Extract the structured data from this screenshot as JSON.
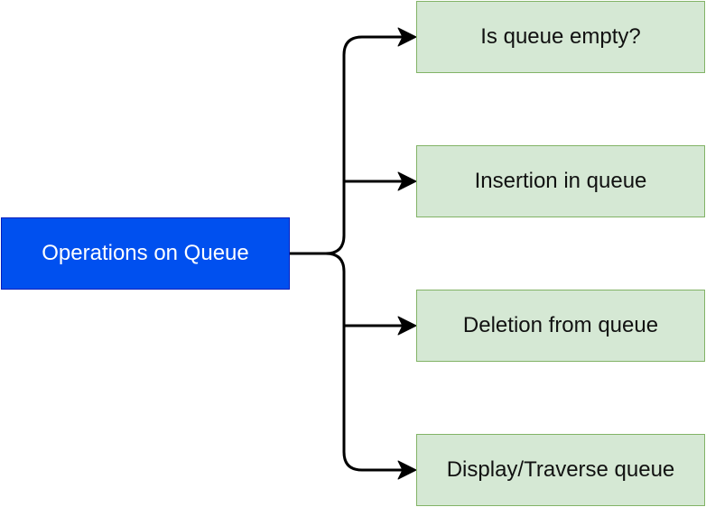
{
  "diagram": {
    "root": {
      "label": "Operations on Queue",
      "fill": "#0050ef",
      "stroke": "#001dbc",
      "text_color": "#ffffff"
    },
    "children": [
      {
        "label": "Is queue empty?"
      },
      {
        "label": "Insertion in queue"
      },
      {
        "label": "Deletion from queue"
      },
      {
        "label": "Display/Traverse queue"
      }
    ],
    "child_style": {
      "fill": "#d5e8d4",
      "stroke": "#82b366",
      "text_color": "#111111"
    },
    "connector_color": "#000000"
  }
}
